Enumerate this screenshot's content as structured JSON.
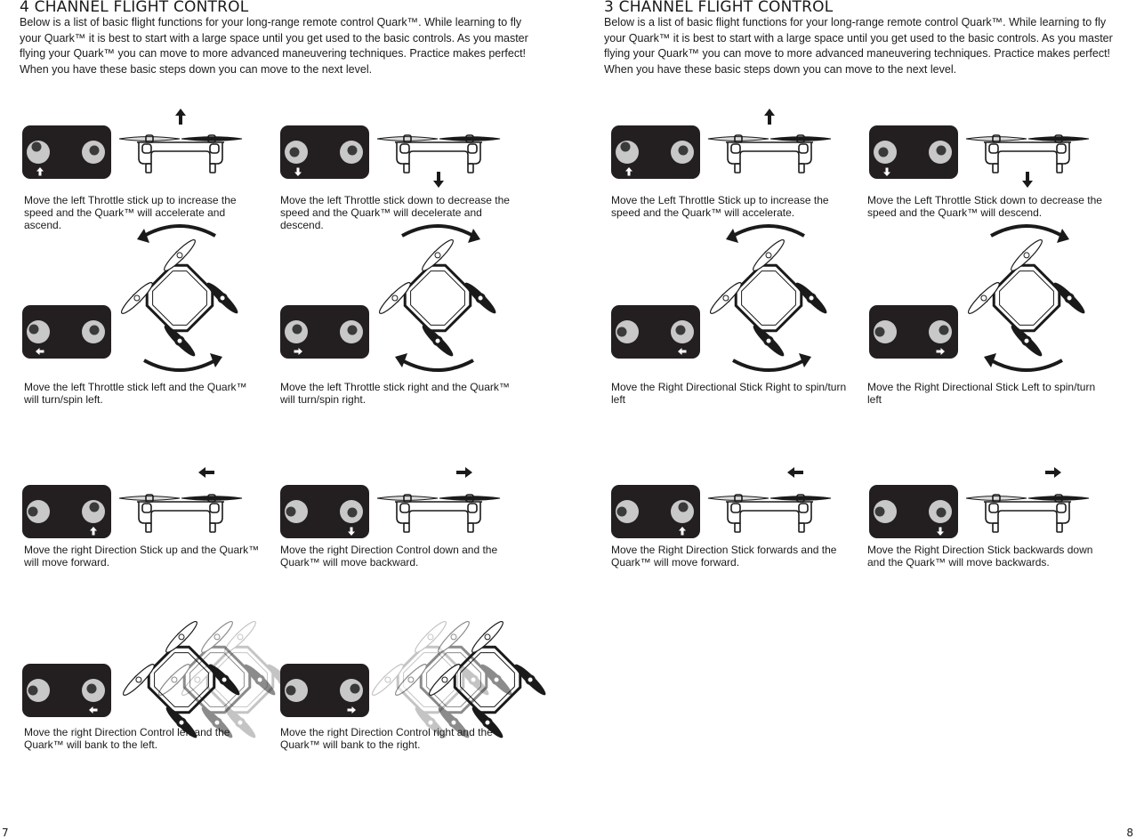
{
  "left": {
    "title": "4 CHANNEL FLIGHT CONTROL",
    "intro": "Below is a list of basic flight functions for your long-range remote control Quark™. While learning to fly your Quark™ it is best to start with a large space until you get used to the basic controls. As you master flying your Quark™ you can move to more advanced maneuvering techniques. Practice makes perfect! When you have these basic steps down you can move to the next level.",
    "page_number": "7",
    "captions": {
      "throttle_up": "Move the left Throttle stick up to increase the speed  and the Quark™ will accelerate and ascend.",
      "throttle_down": "Move the left Throttle stick down to decrease the speed  and the Quark™ will decelerate and descend.",
      "spin_left": "Move the left Throttle stick left and the Quark™ will turn/spin left.",
      "spin_right": "Move the left Throttle stick right and the Quark™ will turn/spin right.",
      "forward": "Move the right Direction Stick up and the Quark™ will move forward.",
      "backward": "Move the right Direction Control down and the Quark™ will move backward.",
      "bank_left": "Move the right Direction Control left and the Quark™ will bank to the left.",
      "bank_right": "Move the right Direction Control right and the Quark™ will bank to the right."
    }
  },
  "right": {
    "title": "3 CHANNEL FLIGHT CONTROL",
    "intro": "Below is a list of basic flight functions for your long-range remote control Quark™. While learning to fly your Quark™ it is best to start with a large space until you get used to the basic controls. As you master flying your Quark™ you can move to more advanced maneuvering techniques. Practice makes perfect! When you have these basic steps down you can move to the next level.",
    "page_number": "8",
    "captions": {
      "throttle_up": "Move the Left Throttle Stick up to increase the speed and the Quark™ will accelerate.",
      "throttle_down": "Move the Left Throttle Stick down to decrease the speed  and the Quark™ will descend.",
      "spin_left": "Move the Right Directional Stick Right to spin/turn left",
      "spin_right": "Move the Right Directional Stick Left to spin/turn left",
      "forward": "Move the Right Direction Stick forwards and the Quark™ will move forward.",
      "backward": "Move the Right Direction Stick backwards down and the Quark™ will move backwards."
    }
  },
  "colors": {
    "remote": "#231f20",
    "stick_well": "#c8c8c8",
    "stick_knob": "#3a3a3a",
    "ink": "#1a1a1a",
    "ghost": "#bdbdbd"
  },
  "icons": {
    "remote": "remote-control-icon",
    "drone": "quadcopter-icon",
    "arrow": "arrow-icon"
  }
}
